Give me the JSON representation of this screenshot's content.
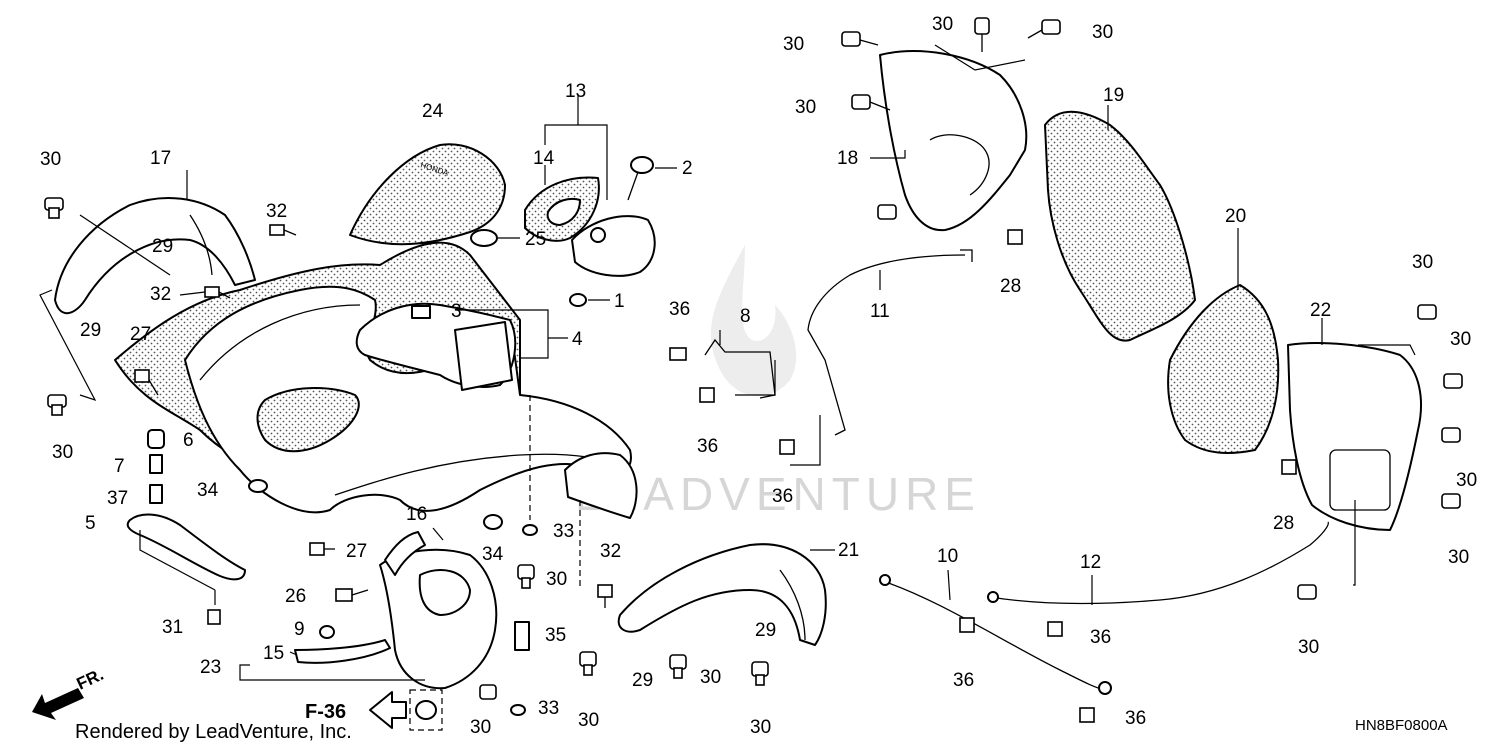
{
  "diagram": {
    "callouts": [
      {
        "label": "30"
      },
      {
        "label": "17"
      },
      {
        "label": "29"
      },
      {
        "label": "32"
      },
      {
        "label": "29"
      },
      {
        "label": "32"
      },
      {
        "label": "27"
      },
      {
        "label": "30"
      },
      {
        "label": "6"
      },
      {
        "label": "7"
      },
      {
        "label": "37"
      },
      {
        "label": "34"
      },
      {
        "label": "5"
      },
      {
        "label": "31"
      },
      {
        "label": "24"
      },
      {
        "label": "13"
      },
      {
        "label": "14"
      },
      {
        "label": "2"
      },
      {
        "label": "25"
      },
      {
        "label": "1"
      },
      {
        "label": "3"
      },
      {
        "label": "4"
      },
      {
        "label": "16"
      },
      {
        "label": "27"
      },
      {
        "label": "26"
      },
      {
        "label": "9"
      },
      {
        "label": "23"
      },
      {
        "label": "15"
      },
      {
        "label": "34"
      },
      {
        "label": "33"
      },
      {
        "label": "30"
      },
      {
        "label": "32"
      },
      {
        "label": "35"
      },
      {
        "label": "33"
      },
      {
        "label": "30"
      },
      {
        "label": "36"
      },
      {
        "label": "8"
      },
      {
        "label": "36"
      },
      {
        "label": "36"
      },
      {
        "label": "11"
      },
      {
        "label": "21"
      },
      {
        "label": "29"
      },
      {
        "label": "29"
      },
      {
        "label": "30"
      },
      {
        "label": "30"
      },
      {
        "label": "30"
      },
      {
        "label": "30"
      },
      {
        "label": "30"
      },
      {
        "label": "30"
      },
      {
        "label": "18"
      },
      {
        "label": "30"
      },
      {
        "label": "28"
      },
      {
        "label": "19"
      },
      {
        "label": "20"
      },
      {
        "label": "22"
      },
      {
        "label": "30"
      },
      {
        "label": "30"
      },
      {
        "label": "30"
      },
      {
        "label": "30"
      },
      {
        "label": "28"
      },
      {
        "label": "30"
      },
      {
        "label": "10"
      },
      {
        "label": "12"
      },
      {
        "label": "36"
      },
      {
        "label": "36"
      },
      {
        "label": "36"
      }
    ],
    "reference_label": "F-36",
    "direction_label": "FR.",
    "diagram_code": "HN8BF0800A",
    "footer_text": "Rendered by LeadVenture, Inc.",
    "watermark_text": "LEADVENTURE",
    "decal_text": "HONDA"
  },
  "colors": {
    "ink": "#000000",
    "background": "#ffffff",
    "watermark": "#d6d6d6"
  }
}
